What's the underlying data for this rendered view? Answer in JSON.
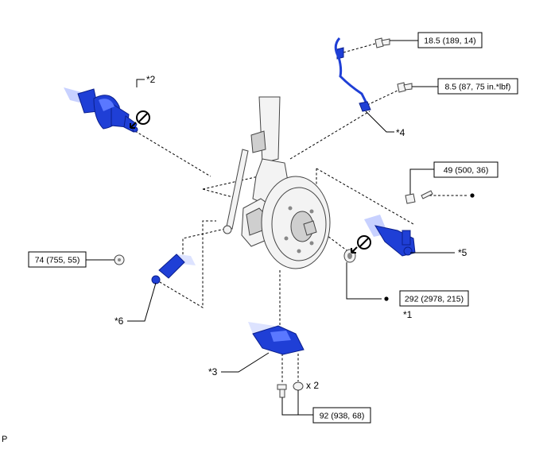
{
  "torque_labels": {
    "abs_sensor_bolt": "18.5 (189, 14)",
    "harness_clamp_bolt": "8.5 (87, 75 in.*lbf)",
    "tie_rod_nut": "49 (500, 36)",
    "stabilizer_link_nut": "74 (755, 55)",
    "axle_hub_nut": "292 (2978, 215)",
    "lower_arm_bolts": "92 (938, 68)"
  },
  "callouts": {
    "c1": "*1",
    "c2": "*2",
    "c3": "*3",
    "c4": "*4",
    "c5": "*5",
    "c6": "*6"
  },
  "quantity_label": "x 2",
  "corner_label": "P",
  "colors": {
    "highlight_blue": "#1f3fd6",
    "line": "#000000"
  },
  "icons": [
    "do-not-reuse-icon",
    "non-reusable-part-dot"
  ]
}
